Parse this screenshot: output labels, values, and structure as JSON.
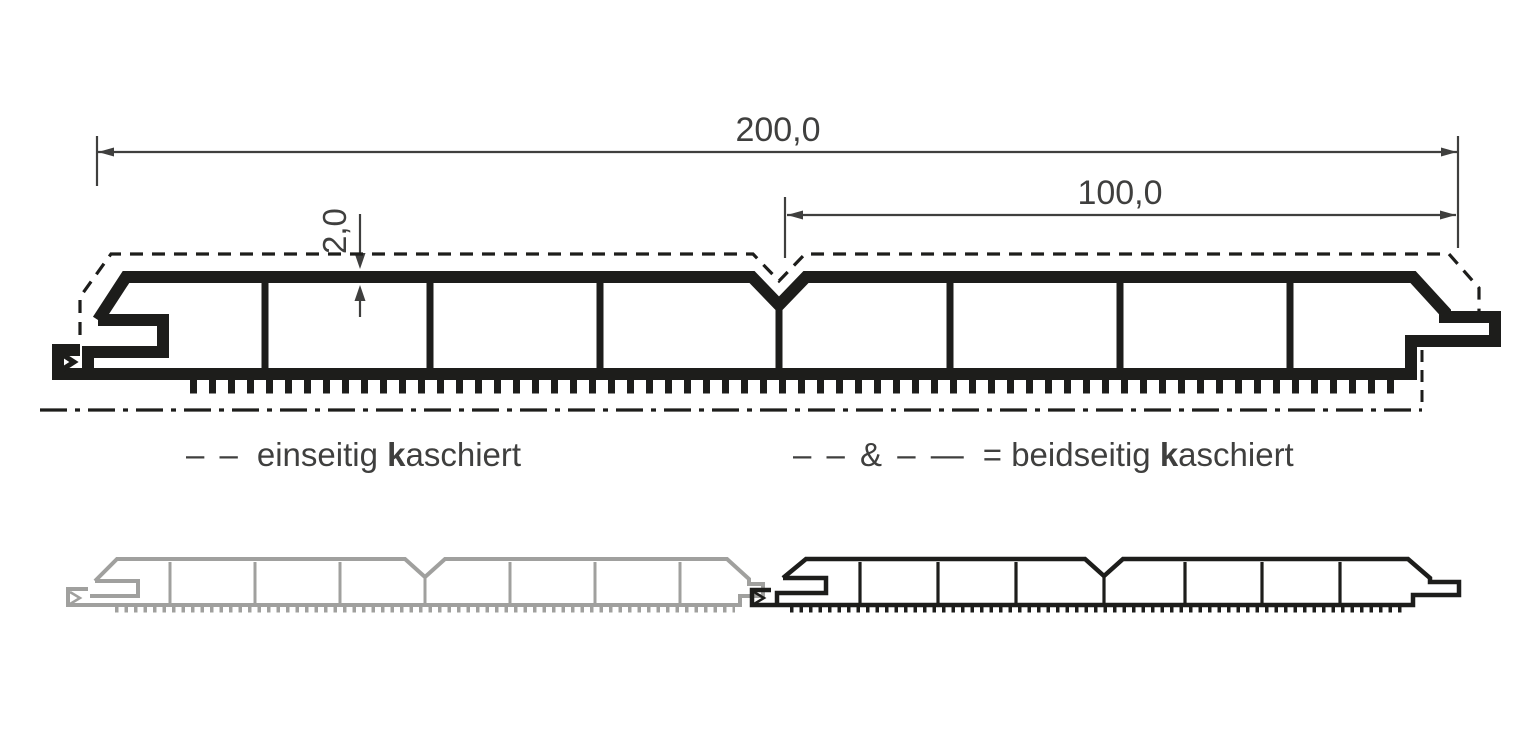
{
  "diagram": {
    "dimensions": {
      "total_width_label": "200,0",
      "right_half_label": "100,0",
      "thickness_label": "2,0"
    },
    "legend": {
      "left": {
        "symbol": "– –",
        "text_start": "einseitig ",
        "bold_letter": "k",
        "text_rest": "aschiert"
      },
      "right": {
        "symbol": "– – & – —",
        "equals_sign": "= ",
        "text_start": "beidseitig ",
        "bold_letter": "k",
        "text_rest": "aschiert"
      }
    },
    "colors": {
      "profile_line": "#1d1d1b",
      "gray_profile_line": "#a0a09e",
      "dimension_line": "#3f3f3e",
      "text": "#3f3f3e",
      "background": "#ffffff"
    }
  }
}
